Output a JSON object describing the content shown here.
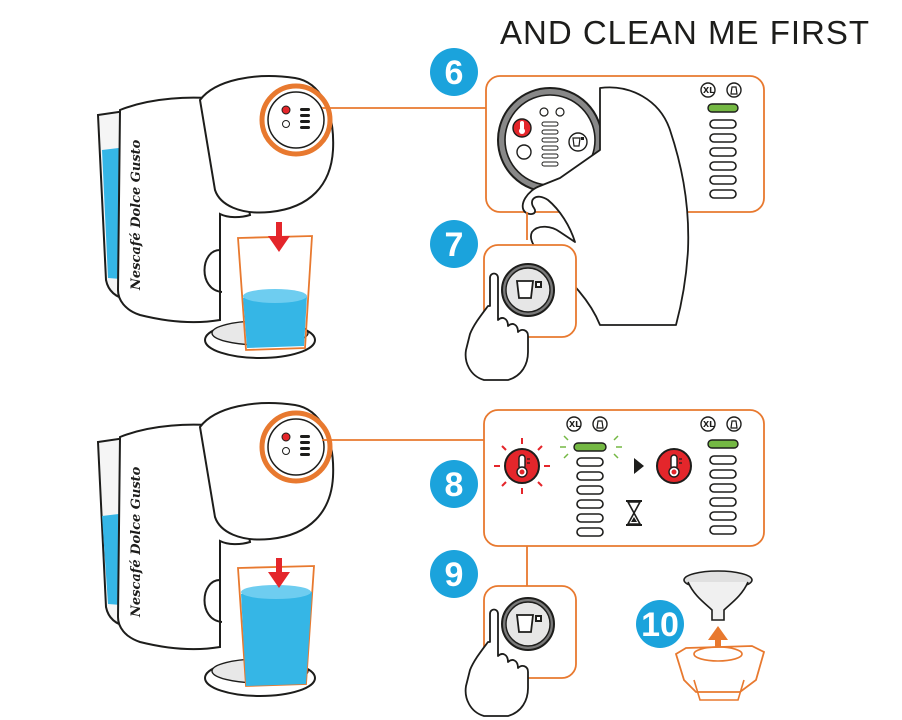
{
  "header": {
    "title": "AND CLEAN ME FIRST"
  },
  "machine": {
    "brand": "Nescafé Dolce Gusto"
  },
  "steps": [
    {
      "number": "6"
    },
    {
      "number": "7"
    },
    {
      "number": "8"
    },
    {
      "number": "9"
    },
    {
      "number": "10"
    }
  ],
  "panel": {
    "xl_label": "XL"
  },
  "colors": {
    "accent_orange": "#e8792f",
    "step_blue": "#1ba3dc",
    "water_blue": "#35b6e6",
    "alert_red": "#e4262b",
    "indicator_green": "#74b843"
  },
  "icons": [
    "xl-icon",
    "milk-icon",
    "thermometer-icon",
    "cup-button-icon",
    "hourglass-icon",
    "hand-icon",
    "arrow-down-icon",
    "arrow-up-icon",
    "rotate-arrow-icon",
    "play-arrow-icon"
  ]
}
